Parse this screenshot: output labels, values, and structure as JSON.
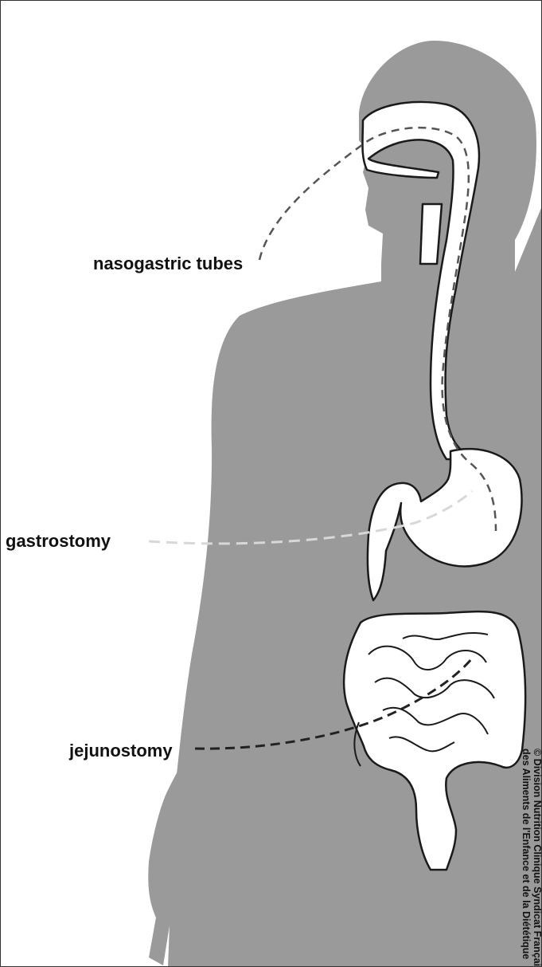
{
  "labels": {
    "nasogastric": "nasogastric tubes",
    "gastrostomy": "gastrostomy",
    "jejunostomy": "jejunostomy"
  },
  "credit": {
    "line1": "© Division Nutrition Clinique Syndicat Français",
    "line2": "des Aliments de l'Enfance et de la Diététique"
  },
  "colors": {
    "body": "#9a9a9a",
    "organ_fill": "#ffffff",
    "organ_outline": "#1a1a1a",
    "nasogastric_line": "#555555",
    "gastrostomy_line": "#d8d8d8",
    "jejunostomy_line": "#222222"
  }
}
